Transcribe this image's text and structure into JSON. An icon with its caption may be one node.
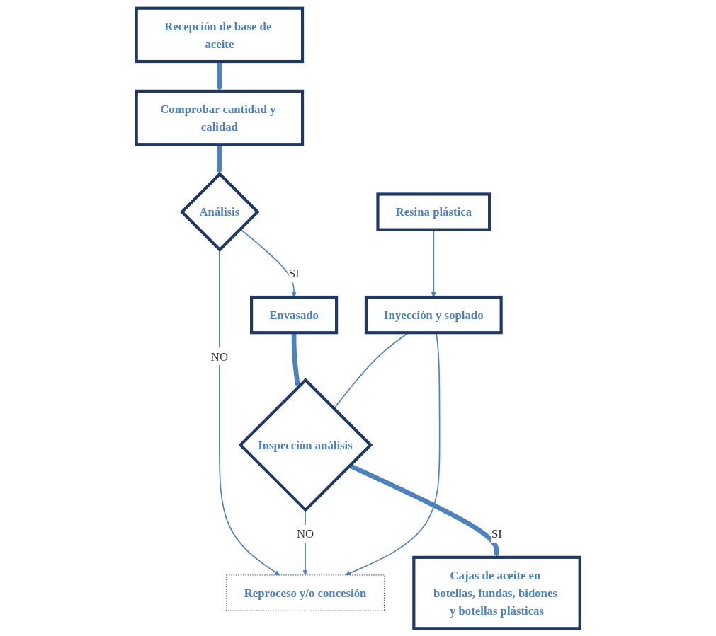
{
  "diagram": {
    "nodes": [
      {
        "text": [
          "Recepción de base de aceite"
        ]
      },
      {
        "text": [
          "Reproceso y/o concesión"
        ]
      },
      {
        "text": [
          "Envasado"
        ]
      },
      {
        "text": [
          "Comprobar cantidad y calidad"
        ]
      },
      {
        "text": [
          "Inspección análisis"
        ]
      },
      {
        "text": [
          "Análisis"
        ]
      },
      {
        "text": [
          "Cajas de aceite en botellas, fundas, bidones y botellas plásticas"
        ]
      },
      {
        "text": [
          "Resina plástica"
        ]
      },
      {
        "text": [
          "Inyección y soplado"
        ]
      }
    ],
    "edges": [
      {
        "from": 0,
        "to": 3,
        "arrow": "to",
        "style": "thick"
      },
      {
        "from": 3,
        "to": 5,
        "arrow": "to",
        "style": "thick"
      },
      {
        "from": 5,
        "to": 1,
        "arrow": "to",
        "label": "NO"
      },
      {
        "from": 5,
        "to": 2,
        "arrow": "to",
        "label": "SI"
      },
      {
        "from": 2,
        "to": 4,
        "arrow": "to",
        "style": "thick"
      },
      {
        "from": 4,
        "to": 1,
        "arrow": "to",
        "label": "NO"
      },
      {
        "from": 4,
        "to": 6,
        "arrow": "to",
        "label": "SI",
        "style": "thick"
      },
      {
        "from": 7,
        "to": 8,
        "arrow": "to"
      },
      {
        "from": 8,
        "to": 1,
        "arrow": "to"
      },
      {
        "from": 8,
        "to": 4,
        "arrow": "none"
      }
    ]
  }
}
